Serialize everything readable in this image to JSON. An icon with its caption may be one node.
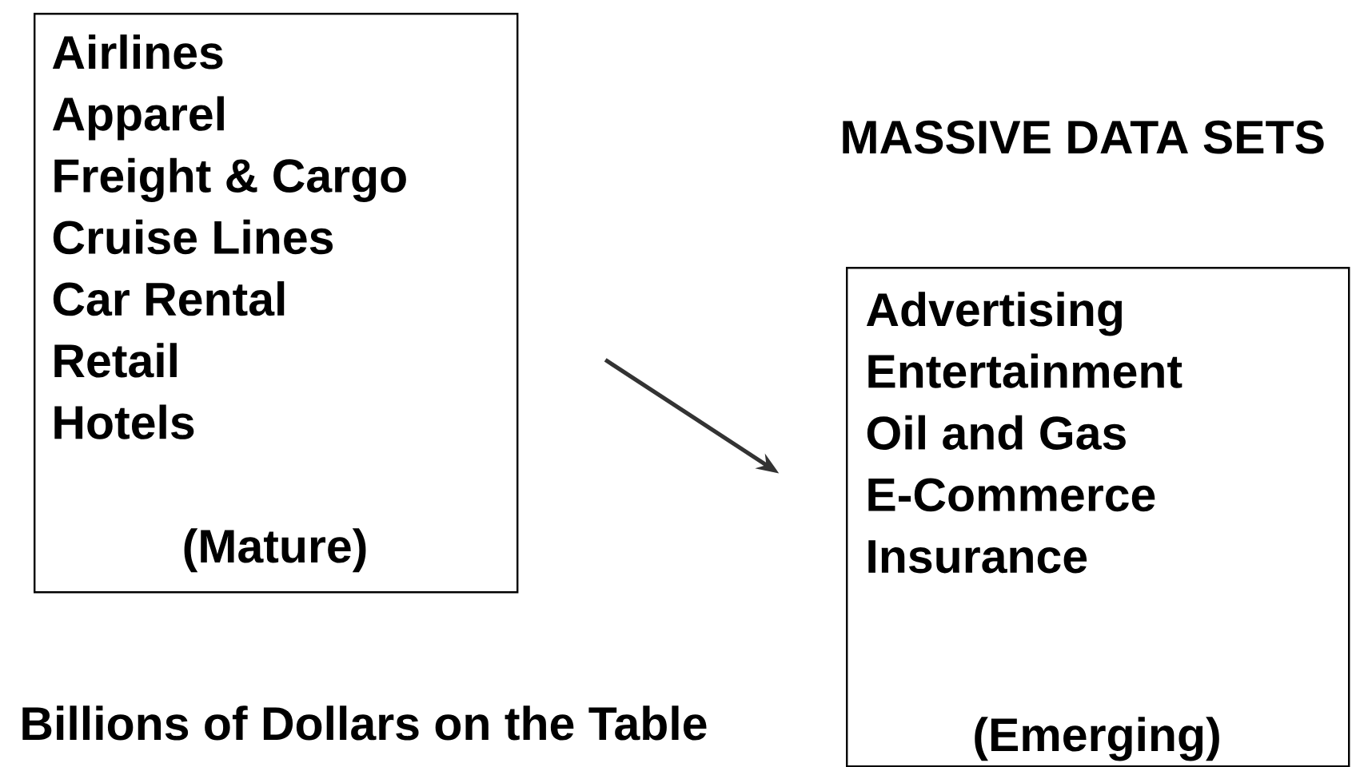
{
  "diagram": {
    "nodes": [
      {
        "text": [
          "Airlines",
          "Apparel",
          "Freight & Cargo",
          "Cruise Lines",
          "Car Rental",
          "Retail",
          "Hotels",
          "(Mature)"
        ]
      },
      {
        "text": [
          "Advertising",
          "Entertainment",
          "Oil and Gas",
          "E-Commerce",
          "Insurance",
          "(Emerging)"
        ]
      }
    ],
    "edges": [
      {
        "from": 0,
        "to": 1,
        "arrow": "to"
      }
    ],
    "labels": [
      "MASSIVE DATA SETS",
      "Billions of Dollars on the Table"
    ]
  }
}
